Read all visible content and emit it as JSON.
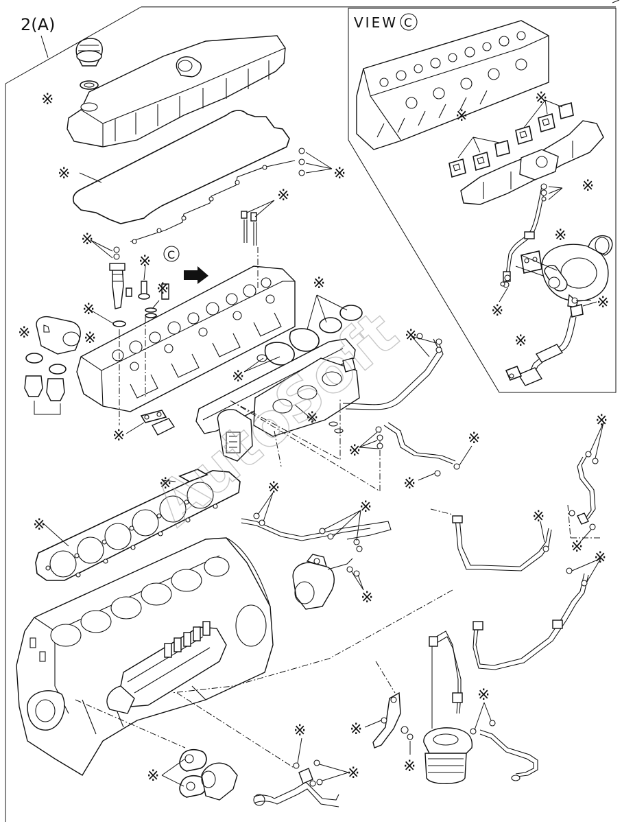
{
  "assembly_label": "2(A)",
  "view_label": "VIEW",
  "view_letter": "C",
  "view_marker": "C",
  "kit_symbol": "※",
  "watermark": "AutoSoft"
}
